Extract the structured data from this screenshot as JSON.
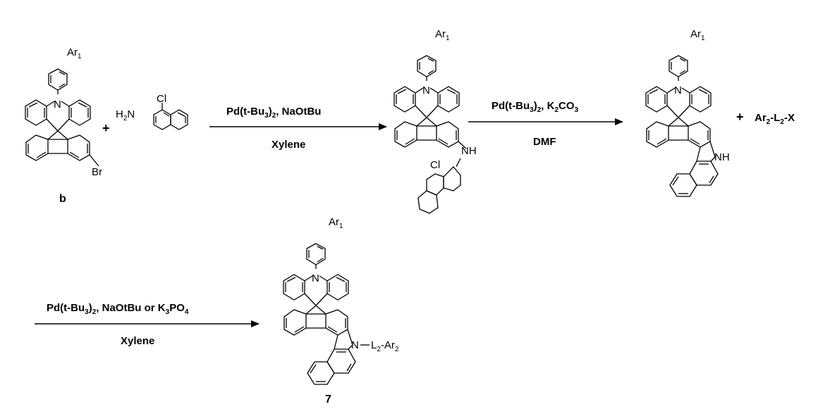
{
  "compounds": {
    "b": {
      "label": "b",
      "ar1": {
        "main": "Ar",
        "sub": "1"
      },
      "n": "N",
      "br": "Br"
    },
    "amine": {
      "h2n": {
        "h": "H",
        "sub": "2",
        "n": "N"
      },
      "cl": "Cl"
    },
    "intermediate1": {
      "ar1": {
        "main": "Ar",
        "sub": "1"
      },
      "n": "N",
      "nh": "NH",
      "cl": "Cl"
    },
    "intermediate2": {
      "ar1": {
        "main": "Ar",
        "sub": "1"
      },
      "n": "N",
      "nh": "NH"
    },
    "product7": {
      "label": "7",
      "ar1": {
        "main": "Ar",
        "sub": "1"
      },
      "n_top": "N",
      "n_sub": "N",
      "l2ar2": {
        "l": "L",
        "l_sub": "2",
        "dash": "-Ar",
        "ar_sub": "2"
      }
    }
  },
  "plus_signs": [
    "+",
    "+"
  ],
  "coreagent": {
    "ar": "Ar",
    "ar_sub": "2",
    "dash1": "-L",
    "l_sub": "2",
    "rest": "-X"
  },
  "steps": [
    {
      "above": {
        "p1": "Pd(t-Bu",
        "s1": "3",
        "p2": ")",
        "s2": "2",
        "p3": ", NaOtBu"
      },
      "below": "Xylene"
    },
    {
      "above": {
        "p1": "Pd(t-Bu",
        "s1": "3",
        "p2": ")",
        "s2": "2",
        "p3": ", K",
        "s3": "2",
        "p4": "CO",
        "s4": "3"
      },
      "below": "DMF"
    },
    {
      "above": {
        "p1": "Pd(t-Bu",
        "s1": "3",
        "p2": ")",
        "s2": "2",
        "p3": ", NaOtBu or K",
        "s3": "3",
        "p4": "PO",
        "s4": "4"
      },
      "below": "Xylene"
    }
  ]
}
